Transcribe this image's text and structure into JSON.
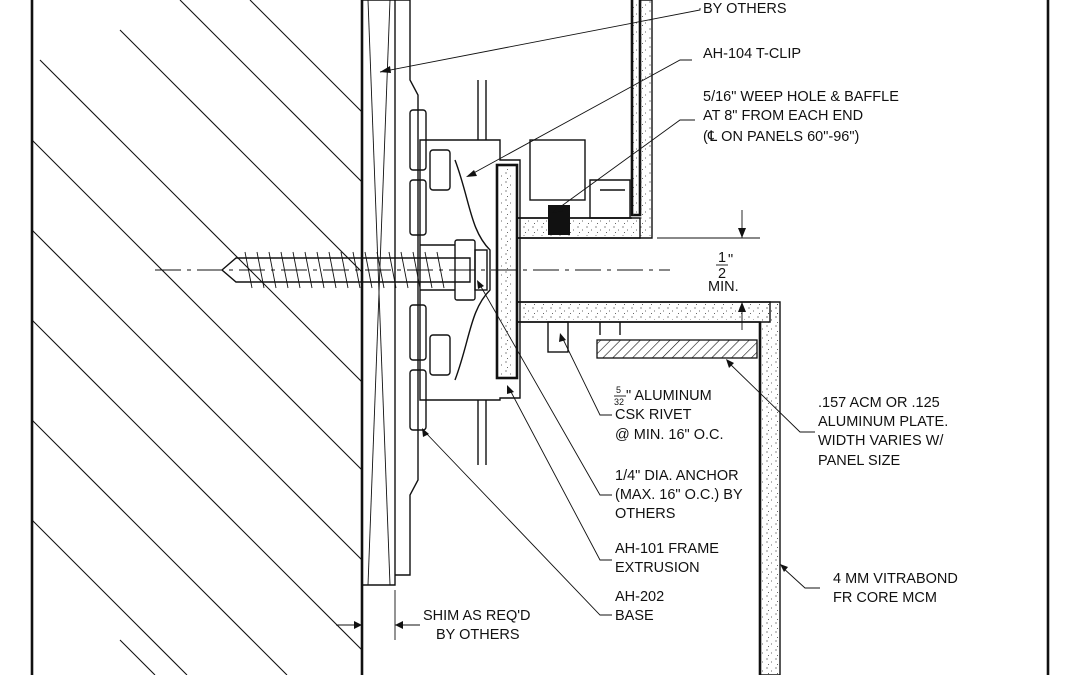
{
  "labels": {
    "by_others_top": "BY OTHERS",
    "t_clip": "AH-104 T-CLIP",
    "weep_line1": "5/16\" WEEP HOLE & BAFFLE",
    "weep_line2": "AT 8\" FROM EACH END",
    "weep_line3": "(℄ ON PANELS 60\"-96\")",
    "half_num": "1",
    "half_den": "2",
    "half_unit": "\"",
    "min": "MIN.",
    "rivet_num": "5",
    "rivet_den": "32",
    "rivet_line1": "\" ALUMINUM",
    "rivet_line2": "CSK RIVET",
    "rivet_line3": "@ MIN. 16\" O.C.",
    "plate_line1": ".157 ACM OR .125",
    "plate_line2": "ALUMINUM PLATE.",
    "plate_line3": "WIDTH VARIES W/",
    "plate_line4": "PANEL SIZE",
    "anchor_line1": "1/4\" DIA. ANCHOR",
    "anchor_line2": "(MAX. 16\" O.C.) BY",
    "anchor_line3": "OTHERS",
    "frame_line1": "AH-101 FRAME",
    "frame_line2": "EXTRUSION",
    "mcm_line1": "4 MM VITRABOND",
    "mcm_line2": "FR CORE MCM",
    "base_line1": "AH-202",
    "base_line2": "BASE",
    "shim_line1": "SHIM AS REQ'D",
    "shim_line2": "BY OTHERS"
  }
}
